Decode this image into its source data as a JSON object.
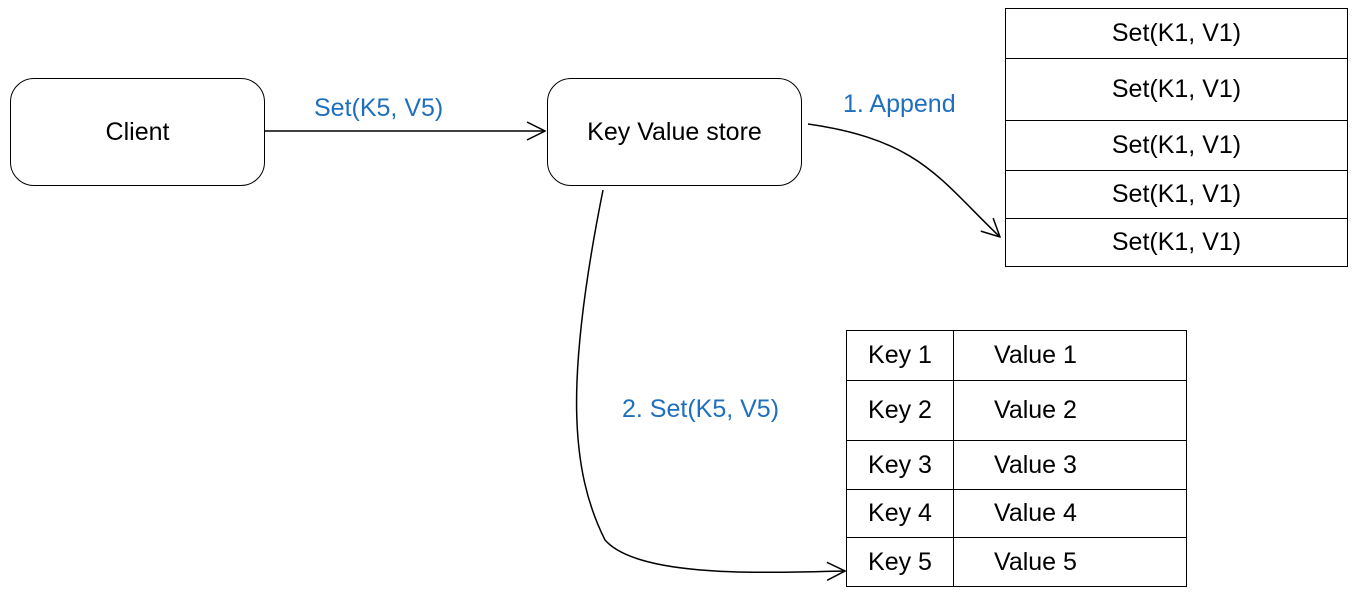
{
  "nodes": {
    "client": "Client",
    "store": "Key Value store"
  },
  "edges": {
    "client_to_store": "Set(K5, V5)",
    "append": "1. Append",
    "set": "2. Set(K5, V5)"
  },
  "log": [
    "Set(K1, V1)",
    "Set(K1, V1)",
    "Set(K1, V1)",
    "Set(K1, V1)",
    "Set(K1, V1)"
  ],
  "kv_table": [
    {
      "key": "Key 1",
      "value": "Value 1"
    },
    {
      "key": "Key 2",
      "value": "Value 2"
    },
    {
      "key": "Key 3",
      "value": "Value 3"
    },
    {
      "key": "Key 4",
      "value": "Value 4"
    },
    {
      "key": "Key 5",
      "value": "Value 5"
    }
  ],
  "colors": {
    "label": "#1f6fbf",
    "stroke": "#000000"
  }
}
